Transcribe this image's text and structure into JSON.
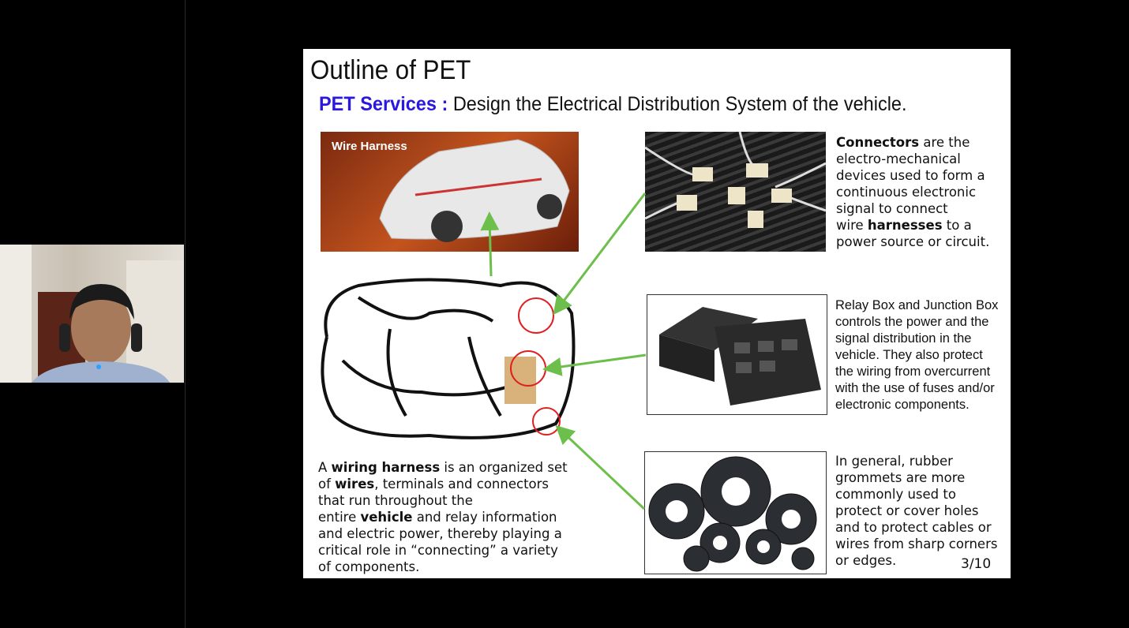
{
  "slide": {
    "title": "Outline of PET",
    "subtitle_label": "PET Services :",
    "subtitle_text": " Design the Electrical Distribution System of the vehicle.",
    "car_image_caption": "Wire Harness",
    "connectors": {
      "bold1": "Connectors",
      "lines": [
        " are the",
        "electro-mechanical",
        "devices used to form a",
        "continuous electronic",
        "signal to connect",
        "wire "
      ],
      "bold2": "harnesses",
      "tail1": " to a",
      "tail2": "power source or circuit."
    },
    "relay": {
      "lines": [
        "Relay Box and Junction Box",
        "controls the power and the",
        "signal distribution in the",
        "vehicle. They also protect",
        "the wiring from overcurrent",
        "with the use of fuses and/or",
        "electronic components."
      ]
    },
    "grommets": {
      "lines": [
        "In general, rubber",
        "grommets are more",
        "commonly used to",
        "protect or cover holes",
        "and to protect cables or",
        "wires from sharp corners",
        "or edges."
      ]
    },
    "harness": {
      "l1a": "A ",
      "l1b": "wiring harness",
      "l1c": " is an organized set",
      "l2a": "of ",
      "l2b": "wires",
      "l2c": ", terminals and connectors",
      "l3": "that run throughout the",
      "l4a": "entire ",
      "l4b": "vehicle",
      "l4c": " and relay information",
      "l5": "and electric power, thereby playing a",
      "l6": "critical role in “connecting” a variety",
      "l7": "of components."
    },
    "page_number": "3/10"
  },
  "colors": {
    "accent": "#2a17e0",
    "arrow": "#6dbf4b",
    "circle": "#e02020"
  }
}
